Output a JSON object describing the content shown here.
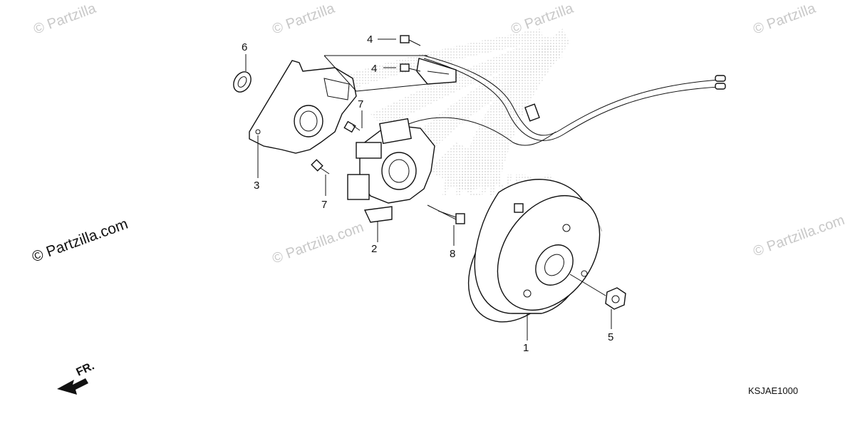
{
  "watermarks": {
    "copyright": "© Partzilla.com",
    "short": "© Partzilla"
  },
  "callouts": [
    "1",
    "2",
    "3",
    "4",
    "4",
    "5",
    "6",
    "7",
    "7",
    "8"
  ],
  "direction_label": "FR.",
  "diagram_code": "KSJAE1000"
}
